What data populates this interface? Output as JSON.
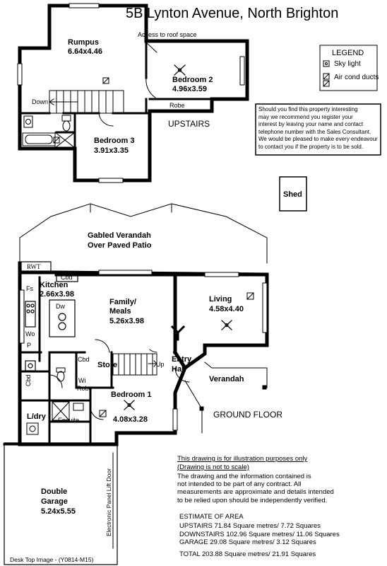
{
  "title": "5B Lynton Avenue, North Brighton",
  "upstairs": {
    "rumpus_name": "Rumpus",
    "rumpus_size": "6.64x4.46",
    "access": "Access to roof space",
    "bed2_name": "Bedroom 2",
    "bed2_size": "4.96x3.59",
    "robe": "Robe",
    "down": "Down",
    "bed3_name": "Bedroom 3",
    "bed3_size": "3.91x3.35",
    "label": "UPSTAIRS"
  },
  "legend": {
    "title": "LEGEND",
    "items": [
      "Sky light",
      "Air cond ducts"
    ]
  },
  "notice": [
    "Should you find this property interesting",
    "may we recommend you register your",
    "interest by leaving your name and contact",
    "telephone number with the Sales Consultant.",
    "We would be pleased to make every endeavour",
    "to contact you if the property is to be sold."
  ],
  "shed": "Shed",
  "ground": {
    "verandah_line1": "Gabled Verandah",
    "verandah_line2": "Over Paved Patio",
    "rwt": "RWT",
    "cbd_top": "Cbd",
    "kitchen_name": "Kitchen",
    "kitchen_size": "2.66x3.98",
    "fs": "Fs",
    "dw": "Dw",
    "wo": "Wo",
    "p": "P",
    "family_line1": "Family/",
    "family_line2": "Meals",
    "family_size": "5.26x3.98",
    "living_name": "Living",
    "living_size": "4.58x4.40",
    "cbd_mid": "Cbd",
    "store": "Store",
    "up": "Up",
    "entry_line1": "Entry",
    "entry_line2": "Hall",
    "verandah": "Verandah",
    "wi": "Wi",
    "wi_robe": "Robe",
    "bed1_name": "Bedroom 1",
    "bed1_size": "4.08x3.28",
    "cbd_side": "Cbd",
    "ldry": "L/dry",
    "ensuite": "Ensuite",
    "label": "GROUND FLOOR",
    "garage_line1": "Double",
    "garage_line2": "Garage",
    "garage_size": "5.24x5.55",
    "lift_door": "Electronic Panel Lift Door"
  },
  "disclaimer": {
    "line1": "This drawing is for illustration purposes only",
    "line2": "(Drawing is not to scale)",
    "body": [
      "The drawing and the information contained is",
      "not intended to be part of any contract.  All",
      "measurements are approximate and details intended",
      "to be relied upon should be independently verified."
    ]
  },
  "area": {
    "heading": "ESTIMATE OF AREA",
    "rows": [
      "UPSTAIRS 71.84 Square metres/  7.72 Squares",
      "DOWNSTAIRS 102.96 Square metres/ 11.06 Squares",
      "GARAGE  29.08 Square metres/  3.12 Squares"
    ],
    "total": "TOTAL  203.88 Square metres/  21.91 Squares"
  },
  "footer": "Desk Top Image - (Y0814-M15)"
}
